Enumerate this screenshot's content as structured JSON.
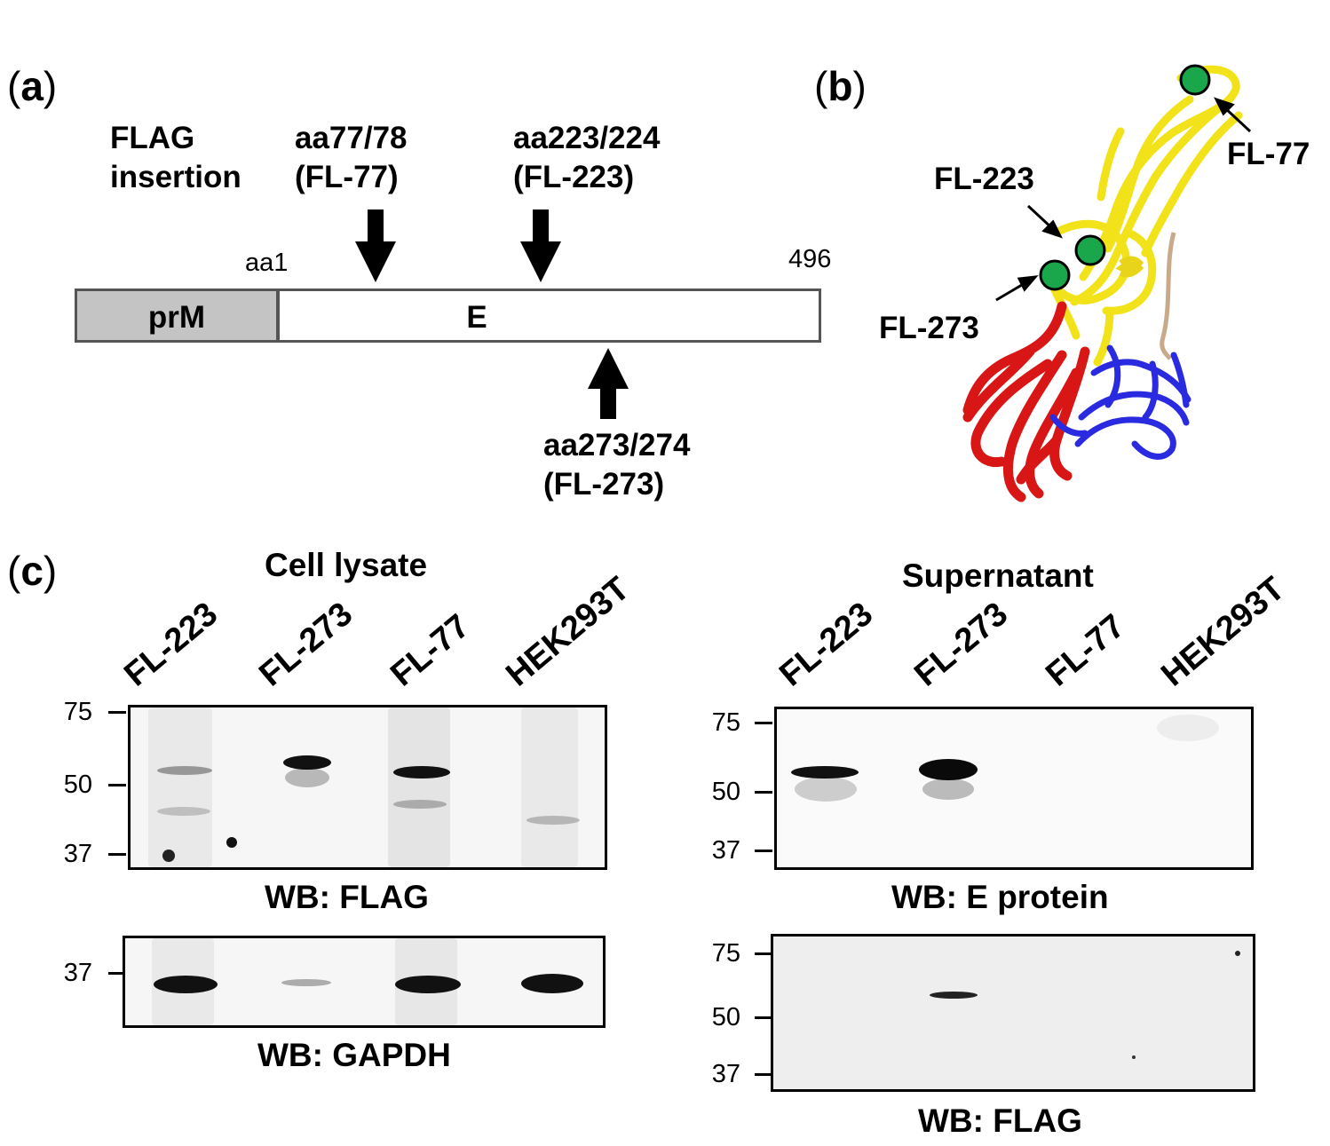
{
  "panel_a": {
    "letter": "a",
    "flag_insertion_line1": "FLAG",
    "flag_insertion_line2": "insertion",
    "site1_line1": "aa77/78",
    "site1_line2": "(FL-77)",
    "site2_line1": "aa223/224",
    "site2_line2": "(FL-223)",
    "site3_line1": "aa273/274",
    "site3_line2": "(FL-273)",
    "start_label": "aa1",
    "end_label": "496",
    "prM_label": "prM",
    "E_label": "E"
  },
  "panel_b": {
    "letter": "b",
    "label_fl77": "FL-77",
    "label_fl223": "FL-223",
    "label_fl273": "FL-273",
    "colors": {
      "domain_yellow": "#f2e21a",
      "domain_red": "#d81616",
      "domain_blue": "#2a2ae0",
      "marker_green": "#1aa64a"
    }
  },
  "panel_c": {
    "letter": "c",
    "cell_lysate": {
      "title": "Cell lysate",
      "lanes": [
        "FL-223",
        "FL-273",
        "FL-77",
        "HEK293T"
      ],
      "flag_blot": {
        "markers": [
          "75",
          "50",
          "37"
        ],
        "label": "WB: FLAG"
      },
      "gapdh_blot": {
        "markers": [
          "37"
        ],
        "label": "WB: GAPDH"
      }
    },
    "supernatant": {
      "title": "Supernatant",
      "lanes": [
        "FL-223",
        "FL-273",
        "FL-77",
        "HEK293T"
      ],
      "e_blot": {
        "markers": [
          "75",
          "50",
          "37"
        ],
        "label": "WB: E protein"
      },
      "flag_blot": {
        "markers": [
          "75",
          "50",
          "37"
        ],
        "label": "WB: FLAG"
      }
    }
  }
}
